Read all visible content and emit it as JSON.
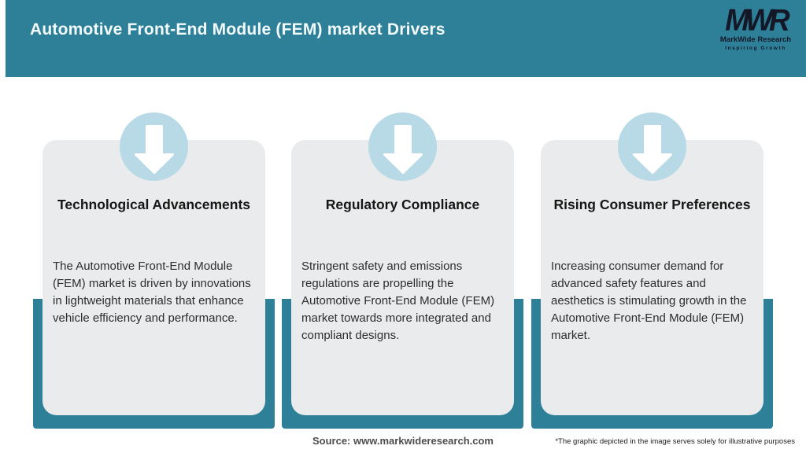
{
  "header": {
    "title": "Automotive Front-End Module (FEM) market Drivers",
    "logo": {
      "mark": "MWR",
      "name": "MarkWide Research",
      "tagline": "Inspiring Growth"
    }
  },
  "cards": [
    {
      "icon": "down-arrow-icon",
      "title": "Technological Advancements",
      "body": "The Automotive Front-End Module (FEM) market is driven by innovations in lightweight materials that enhance vehicle efficiency and performance."
    },
    {
      "icon": "down-arrow-icon",
      "title": "Regulatory Compliance",
      "body": "Stringent safety and emissions regulations are propelling the Automotive Front-End Module (FEM) market towards more integrated and compliant designs."
    },
    {
      "icon": "down-arrow-icon",
      "title": "Rising Consumer Preferences",
      "body": "Increasing consumer demand for advanced safety features and aesthetics is stimulating growth in the Automotive Front-End Module (FEM) market."
    }
  ],
  "footer": {
    "source": "Source: www.markwideresearch.com",
    "disclaimer": "*The graphic depicted in the image serves solely for illustrative purposes"
  },
  "colors": {
    "header_teal": "#2e8099",
    "shadow_teal": "#2e8099",
    "circle_blue": "#b8d9e6",
    "card_gray": "#e9ebec",
    "title_text": "#161616",
    "header_text": "#f2fafc",
    "logo_dark": "#131726"
  }
}
